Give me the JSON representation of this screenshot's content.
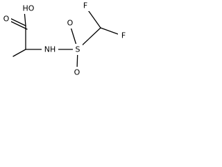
{
  "molecule": {
    "atoms": {
      "hydroxyl": "HO",
      "carbonyl_oxygen": "O",
      "amine": "NH",
      "sulfur": "S",
      "sulfonyl_oxygen_upper": "O",
      "sulfonyl_oxygen_lower": "O",
      "fluorine_left": "F",
      "fluorine_right": "F"
    }
  }
}
